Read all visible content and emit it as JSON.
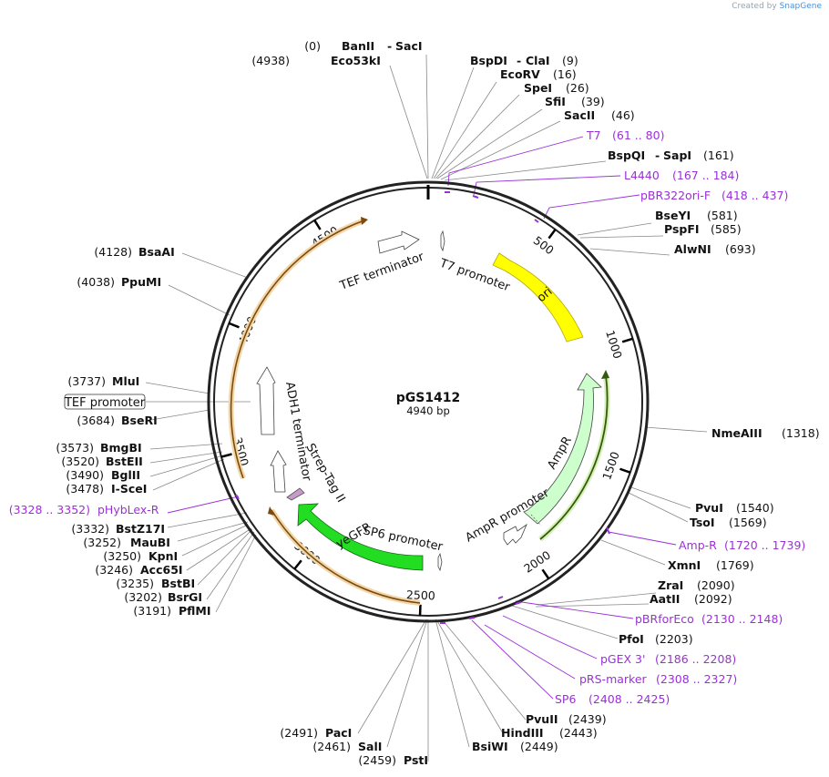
{
  "credit": {
    "prefix": "Created by",
    "brand": "SnapGene"
  },
  "plasmid": {
    "name": "pGS1412",
    "length": "4940 bp"
  },
  "ticks": [
    "500",
    "1000",
    "1500",
    "2000",
    "2500",
    "3000",
    "3500",
    "4000",
    "4500"
  ],
  "features": [
    {
      "name": "T7 promoter",
      "type": "promoter"
    },
    {
      "name": "ori",
      "type": "rep_origin",
      "color": "#ffff00"
    },
    {
      "name": "AmpR",
      "type": "cds",
      "color": "#ccffcc"
    },
    {
      "name": "AmpR promoter",
      "type": "promoter"
    },
    {
      "name": "SP6 promoter",
      "type": "promoter"
    },
    {
      "name": "yeGFP",
      "type": "cds",
      "color": "#22dd22"
    },
    {
      "name": "Strep-Tag II",
      "type": "tag",
      "color": "#c79bc7"
    },
    {
      "name": "ADH1 terminator",
      "type": "terminator"
    },
    {
      "name": "TEF promoter",
      "type": "promoter"
    },
    {
      "name": "TEF terminator",
      "type": "terminator"
    }
  ],
  "sites": [
    {
      "name": "BanII",
      "pos": "(0)"
    },
    {
      "name": "SacI",
      "pos": ""
    },
    {
      "name": "Eco53kI",
      "pos": "(4938)"
    },
    {
      "name": "BspDI",
      "pos": "(9)"
    },
    {
      "name": "ClaI",
      "pos": ""
    },
    {
      "name": "EcoRV",
      "pos": "(16)"
    },
    {
      "name": "SpeI",
      "pos": "(26)"
    },
    {
      "name": "SfiI",
      "pos": "(39)"
    },
    {
      "name": "SacII",
      "pos": "(46)"
    },
    {
      "name": "BspQI",
      "pos": "(161)"
    },
    {
      "name": "SapI",
      "pos": ""
    },
    {
      "name": "BseYI",
      "pos": "(581)"
    },
    {
      "name": "PspFI",
      "pos": "(585)"
    },
    {
      "name": "AlwNI",
      "pos": "(693)"
    },
    {
      "name": "NmeAIII",
      "pos": "(1318)"
    },
    {
      "name": "PvuI",
      "pos": "(1540)"
    },
    {
      "name": "TsoI",
      "pos": "(1569)"
    },
    {
      "name": "XmnI",
      "pos": "(1769)"
    },
    {
      "name": "ZraI",
      "pos": "(2090)"
    },
    {
      "name": "AatII",
      "pos": "(2092)"
    },
    {
      "name": "PfoI",
      "pos": "(2203)"
    },
    {
      "name": "PvuII",
      "pos": "(2439)"
    },
    {
      "name": "HindIII",
      "pos": "(2443)"
    },
    {
      "name": "BsiWI",
      "pos": "(2449)"
    },
    {
      "name": "PacI",
      "pos": "(2491)"
    },
    {
      "name": "SalI",
      "pos": "(2461)"
    },
    {
      "name": "PstI",
      "pos": "(2459)"
    },
    {
      "name": "BstZ17I",
      "pos": "(3332)"
    },
    {
      "name": "MauBI",
      "pos": "(3252)"
    },
    {
      "name": "KpnI",
      "pos": "(3250)"
    },
    {
      "name": "Acc65I",
      "pos": "(3246)"
    },
    {
      "name": "BstBI",
      "pos": "(3235)"
    },
    {
      "name": "BsrGI",
      "pos": "(3202)"
    },
    {
      "name": "PflMI",
      "pos": "(3191)"
    },
    {
      "name": "BmgBI",
      "pos": "(3573)"
    },
    {
      "name": "BstEII",
      "pos": "(3520)"
    },
    {
      "name": "BglII",
      "pos": "(3490)"
    },
    {
      "name": "I-SceI",
      "pos": "(3478)"
    },
    {
      "name": "MluI",
      "pos": "(3737)"
    },
    {
      "name": "BseRI",
      "pos": "(3684)"
    },
    {
      "name": "PpuMI",
      "pos": "(4038)"
    },
    {
      "name": "BsaAI",
      "pos": "(4128)"
    }
  ],
  "primers": [
    {
      "name": "T7",
      "range": "(61 .. 80)"
    },
    {
      "name": "L4440",
      "range": "(167 .. 184)"
    },
    {
      "name": "pBR322ori-F",
      "range": "(418 .. 437)"
    },
    {
      "name": "Amp-R",
      "range": "(1720 .. 1739)"
    },
    {
      "name": "pBRforEco",
      "range": "(2130 .. 2148)"
    },
    {
      "name": "pGEX 3'",
      "range": "(2186 .. 2208)"
    },
    {
      "name": "pRS-marker",
      "range": "(2308 .. 2327)"
    },
    {
      "name": "SP6",
      "range": "(2408 .. 2425)"
    },
    {
      "name": "pHybLex-R",
      "range": "(3328 .. 3352)"
    }
  ],
  "colors": {
    "backbone": "#222222",
    "primer": "#9b30d9",
    "leader": "#888888",
    "orange_arc": "#e8b060"
  }
}
